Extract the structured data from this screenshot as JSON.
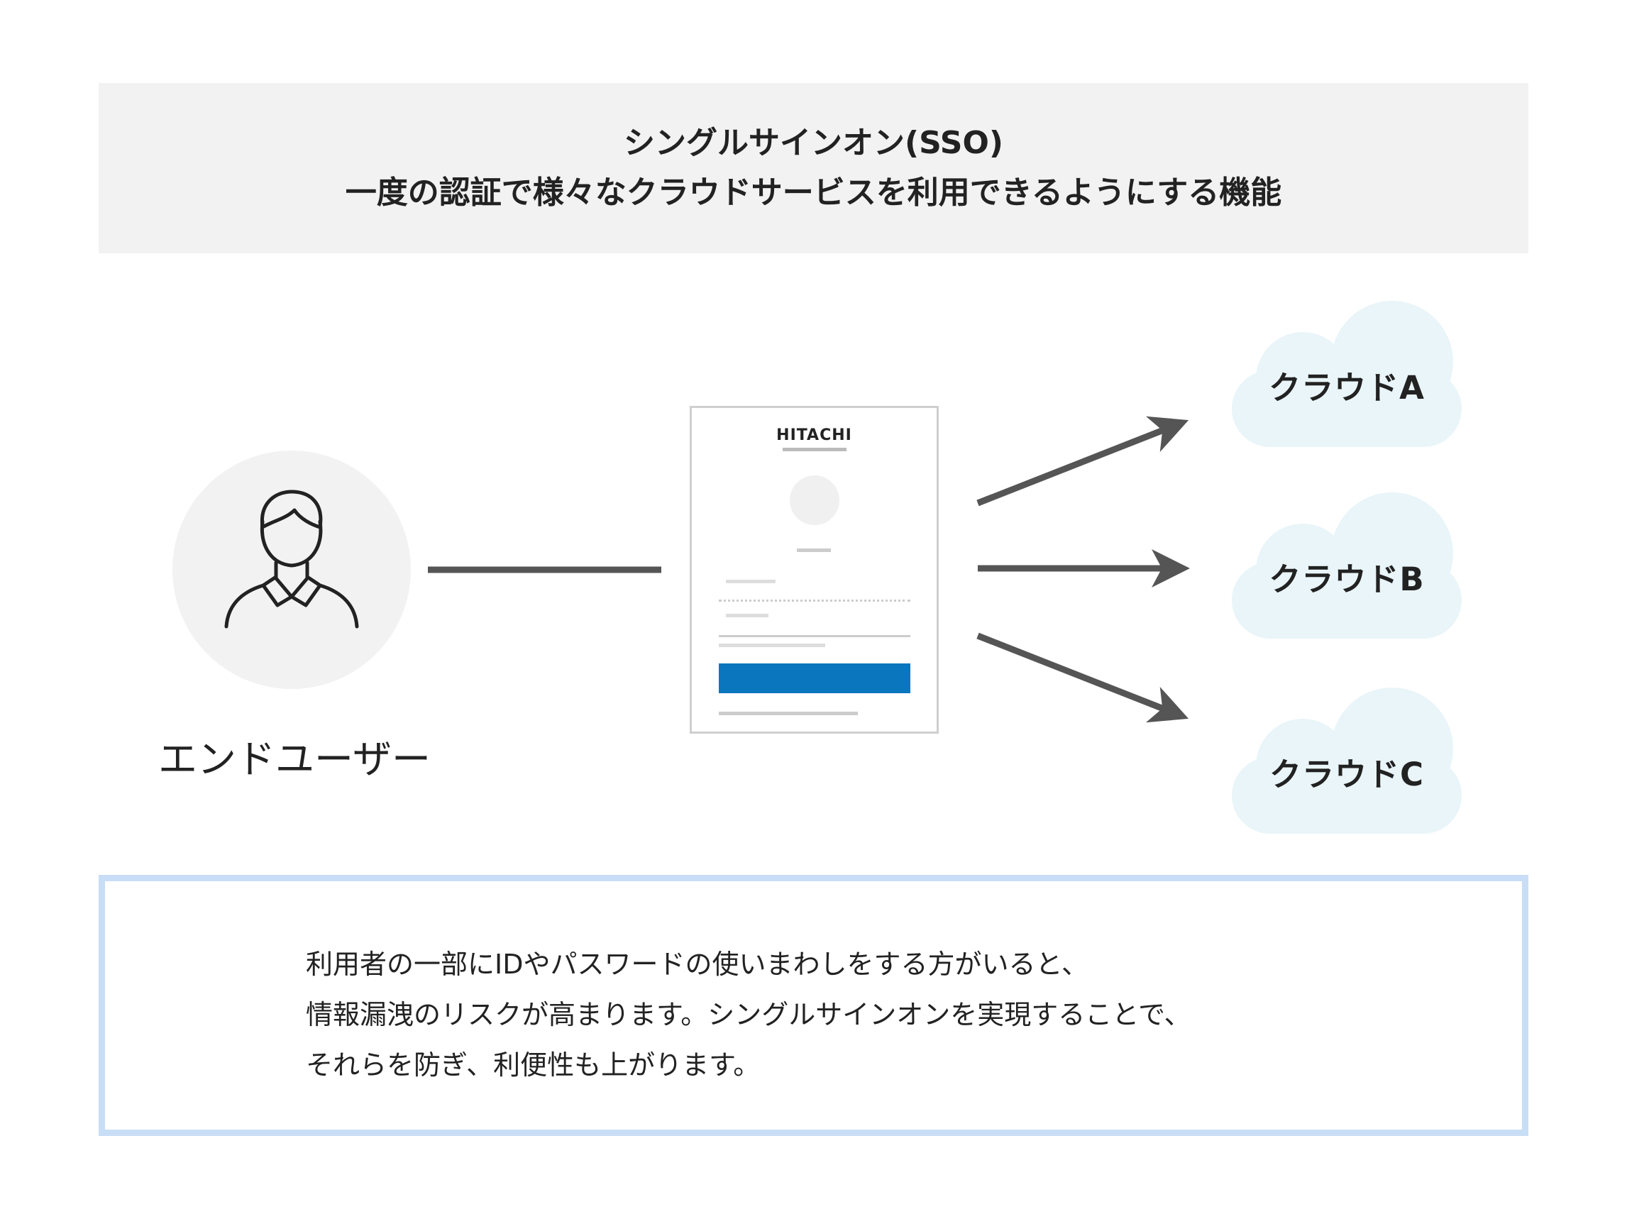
{
  "header": {
    "title": "シングルサインオン(SSO)",
    "subtitle": "一度の認証で様々なクラウドサービスを利用できるようにする機能"
  },
  "user": {
    "label": "エンドユーザー",
    "icon": "person-icon"
  },
  "login_mockup": {
    "logo": "HITACHI",
    "button_color": "#0a76bd"
  },
  "clouds": [
    {
      "label": "クラウドA"
    },
    {
      "label": "クラウドB"
    },
    {
      "label": "クラウドC"
    }
  ],
  "note": {
    "lines": [
      "利用者の一部にIDやパスワードの使いまわしをする方がいると、",
      "情報漏洩のリスクが高まります。シングルサインオンを実現することで、",
      "それらを防ぎ、利便性も上がります。"
    ]
  },
  "colors": {
    "arrow": "#555555",
    "cloud": "#e9f5f8",
    "note_border": "#c8ddf6",
    "header_bg": "#f2f2f2"
  }
}
